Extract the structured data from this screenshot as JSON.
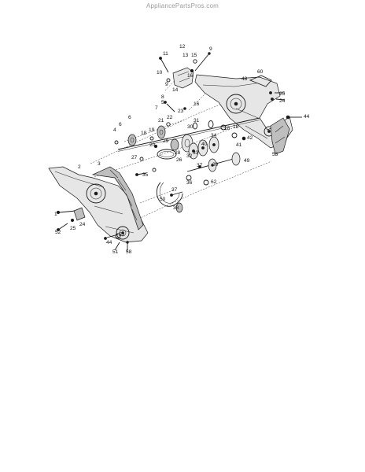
{
  "watermark": "AppliancePartsPros.com",
  "callouts": [
    {
      "id": "c12",
      "text": "12"
    },
    {
      "id": "c9a",
      "text": "9"
    },
    {
      "id": "c11",
      "text": "11"
    },
    {
      "id": "c13",
      "text": "13"
    },
    {
      "id": "c15",
      "text": "15"
    },
    {
      "id": "c10",
      "text": "10"
    },
    {
      "id": "c16a",
      "text": "16"
    },
    {
      "id": "c9b",
      "text": "9"
    },
    {
      "id": "c14",
      "text": "14"
    },
    {
      "id": "c60",
      "text": "60"
    },
    {
      "id": "c48",
      "text": "48"
    },
    {
      "id": "c25a",
      "text": "25"
    },
    {
      "id": "c24a",
      "text": "24"
    },
    {
      "id": "c8",
      "text": "8"
    },
    {
      "id": "c5",
      "text": "5"
    },
    {
      "id": "c16b",
      "text": "16"
    },
    {
      "id": "c7",
      "text": "7"
    },
    {
      "id": "c23",
      "text": "23"
    },
    {
      "id": "c44a",
      "text": "44"
    },
    {
      "id": "c6a",
      "text": "6"
    },
    {
      "id": "c22",
      "text": "22"
    },
    {
      "id": "c21",
      "text": "21"
    },
    {
      "id": "c6b",
      "text": "6"
    },
    {
      "id": "c4",
      "text": "4"
    },
    {
      "id": "c19",
      "text": "19"
    },
    {
      "id": "c18a",
      "text": "18"
    },
    {
      "id": "c20",
      "text": "20"
    },
    {
      "id": "c29",
      "text": "29"
    },
    {
      "id": "c30",
      "text": "30"
    },
    {
      "id": "c31",
      "text": "31"
    },
    {
      "id": "c18b",
      "text": "18"
    },
    {
      "id": "c34",
      "text": "34"
    },
    {
      "id": "c18c",
      "text": "18"
    },
    {
      "id": "c42",
      "text": "42"
    },
    {
      "id": "c41",
      "text": "41"
    },
    {
      "id": "c53",
      "text": "53"
    },
    {
      "id": "c28",
      "text": "28"
    },
    {
      "id": "c32",
      "text": "32"
    },
    {
      "id": "c33",
      "text": "33"
    },
    {
      "id": "c40",
      "text": "40"
    },
    {
      "id": "c27",
      "text": "27"
    },
    {
      "id": "c26",
      "text": "26"
    },
    {
      "id": "c37a",
      "text": "37"
    },
    {
      "id": "c39",
      "text": "39"
    },
    {
      "id": "c49",
      "text": "49"
    },
    {
      "id": "c2",
      "text": "2"
    },
    {
      "id": "c3",
      "text": "3"
    },
    {
      "id": "c35",
      "text": "35"
    },
    {
      "id": "c36",
      "text": "36"
    },
    {
      "id": "c62",
      "text": "62"
    },
    {
      "id": "c37b",
      "text": "37"
    },
    {
      "id": "c38",
      "text": "38"
    },
    {
      "id": "c50",
      "text": "50"
    },
    {
      "id": "c1",
      "text": "1"
    },
    {
      "id": "c25b",
      "text": "25"
    },
    {
      "id": "c24b",
      "text": "24"
    },
    {
      "id": "c52",
      "text": "52"
    },
    {
      "id": "c44b",
      "text": "44"
    },
    {
      "id": "c53b",
      "text": "53"
    },
    {
      "id": "c51",
      "text": "51"
    },
    {
      "id": "c58",
      "text": "58"
    }
  ]
}
